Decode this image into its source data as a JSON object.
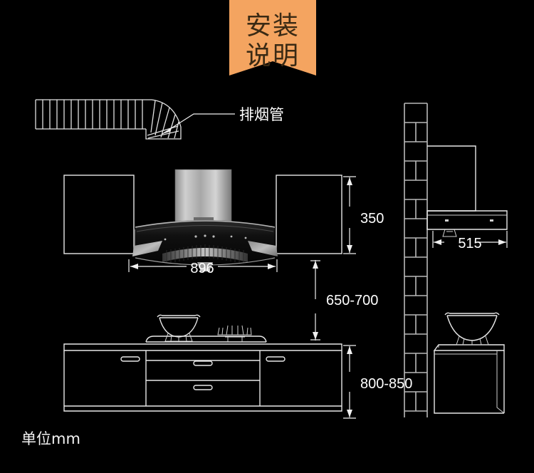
{
  "page": {
    "background_color": "#000000",
    "line_color": "#e8e8e8",
    "accent_color": "#f4a460",
    "unit_note": "单位mm"
  },
  "banner": {
    "line1": "安装",
    "line2": "说明",
    "color": "#f4a460",
    "text_color": "#3a2a14"
  },
  "labels": {
    "duct": "排烟管"
  },
  "dimensions": {
    "hood_width": "896",
    "cabinet_height": "350",
    "hood_to_counter": "650-700",
    "counter_height": "800-850",
    "hood_depth": "515"
  },
  "icons": {
    "duct": "flexible-duct-icon",
    "wok": "wok-icon",
    "burner": "gas-burner-icon",
    "brick_wall": "brick-wall-icon",
    "range_hood": "range-hood-icon"
  },
  "views": {
    "front": "front-elevation",
    "side": "side-elevation"
  }
}
